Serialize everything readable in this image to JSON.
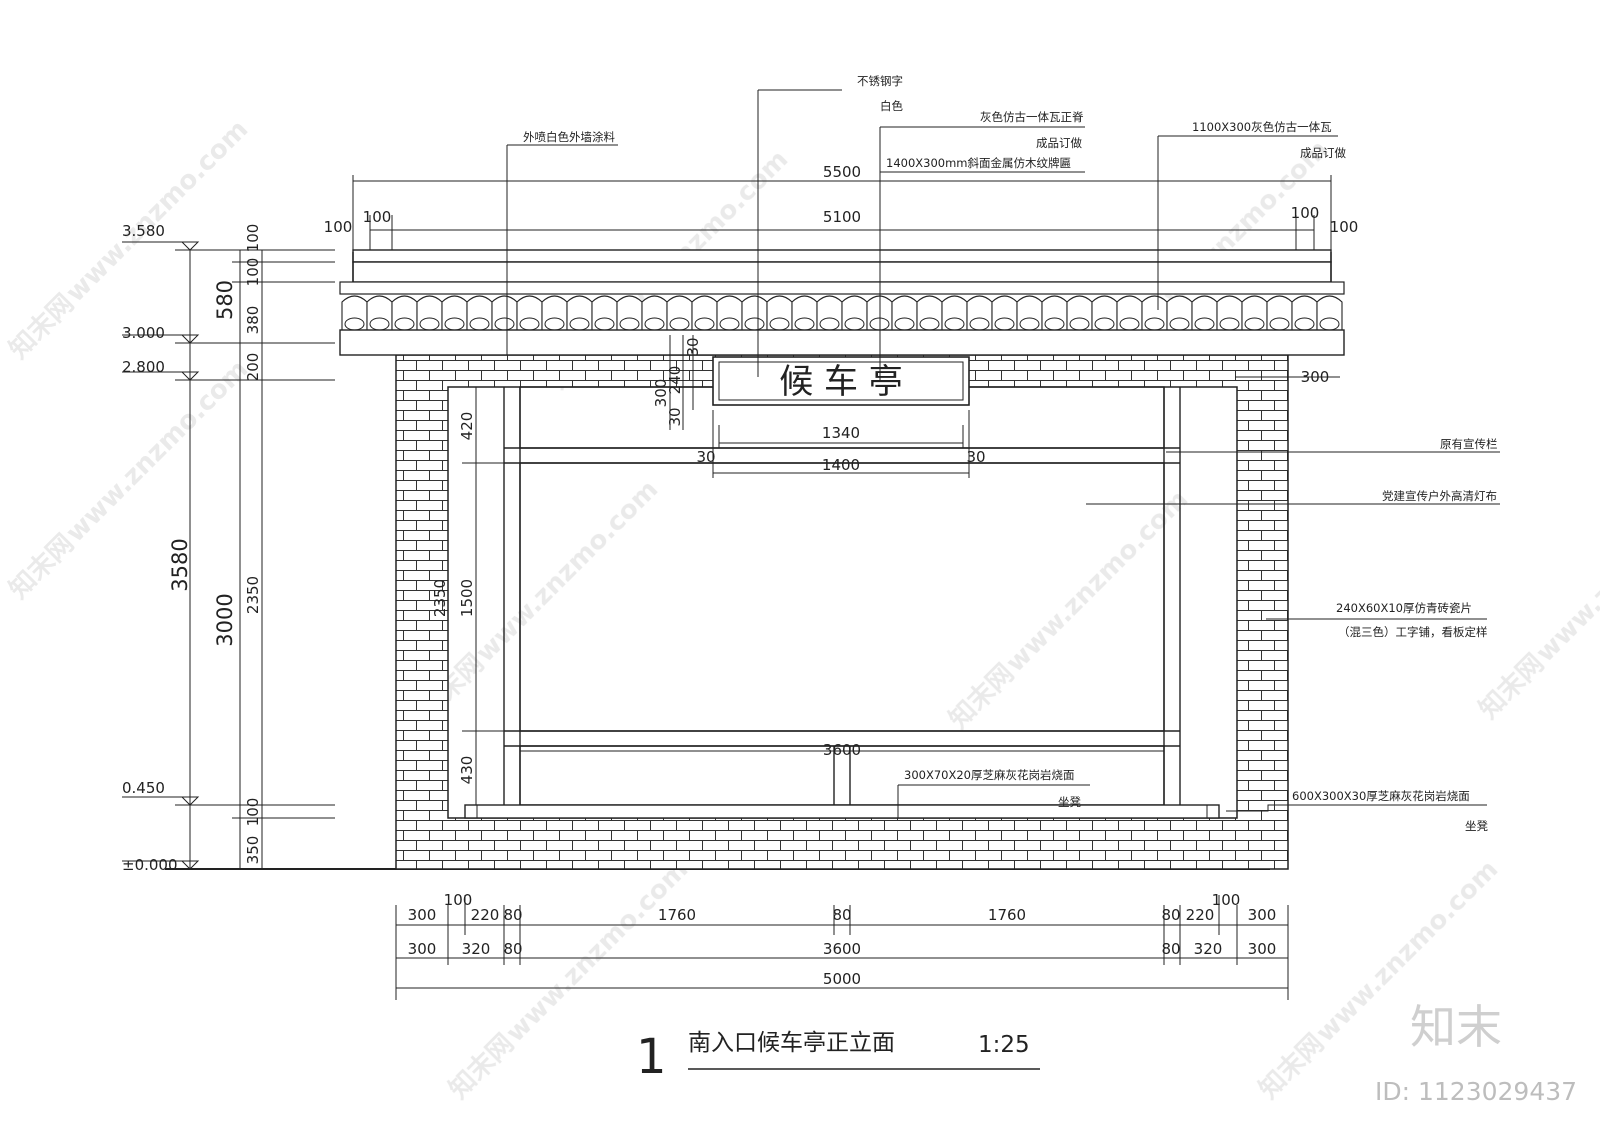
{
  "drawing": {
    "number": "1",
    "title": "南入口候车亭正立面",
    "scale": "1:25",
    "plaque_text": "候 车 亭"
  },
  "callouts": {
    "exterior_coating": "外喷白色外墙涂料",
    "letters_1": "不锈钢字",
    "letters_2": "白色",
    "ridge_1": "灰色仿古一体瓦正脊",
    "ridge_2": "成品订做",
    "ridge_3": "1400X300mm斜面金属仿木纹牌匾",
    "tile_1": "1100X300灰色仿古一体瓦",
    "tile_2": "成品订做",
    "board": "原有宣传栏",
    "banner": "党建宣传户外高清灯布",
    "brick_1": "240X60X10厚仿青砖瓷片",
    "brick_2": "（混三色）工字铺，看板定样",
    "bench_1": "300X70X20厚芝麻灰花岗岩烧面",
    "bench_2": "坐凳",
    "sill_1": "600X300X30厚芝麻灰花岗岩烧面",
    "sill_2": "坐凳"
  },
  "elevations": {
    "e1": "3.580",
    "e2": "3.000",
    "e3": "2.800",
    "e4": "0.450",
    "e5": "±0.000"
  },
  "dims": {
    "top": [
      "5500",
      "5100",
      "100",
      "100",
      "100",
      "100"
    ],
    "plaque": [
      "1340",
      "1400",
      "30",
      "30"
    ],
    "plaque_v": [
      "300",
      "240",
      "30",
      "30"
    ],
    "panel_v": [
      "420",
      "1500",
      "430",
      "2350"
    ],
    "panel": [
      "3600",
      "300"
    ],
    "bottom_row1": [
      "300",
      "220",
      "80",
      "1760",
      "80",
      "1760",
      "80",
      "220",
      "300"
    ],
    "bottom_row1_extra": [
      "100",
      "100"
    ],
    "bottom_row2": [
      "300",
      "320",
      "80",
      "3600",
      "80",
      "320",
      "300"
    ],
    "bottom_total": "5000",
    "left_col1": [
      "580",
      "3000"
    ],
    "left_total": "3580",
    "left_col2": [
      "100",
      "100",
      "380",
      "200",
      "2350",
      "100",
      "350"
    ]
  },
  "watermark": {
    "site": "www.znzmo.com",
    "site_cn": "知末网",
    "brand": "知末",
    "id": "ID: 1123029437"
  }
}
